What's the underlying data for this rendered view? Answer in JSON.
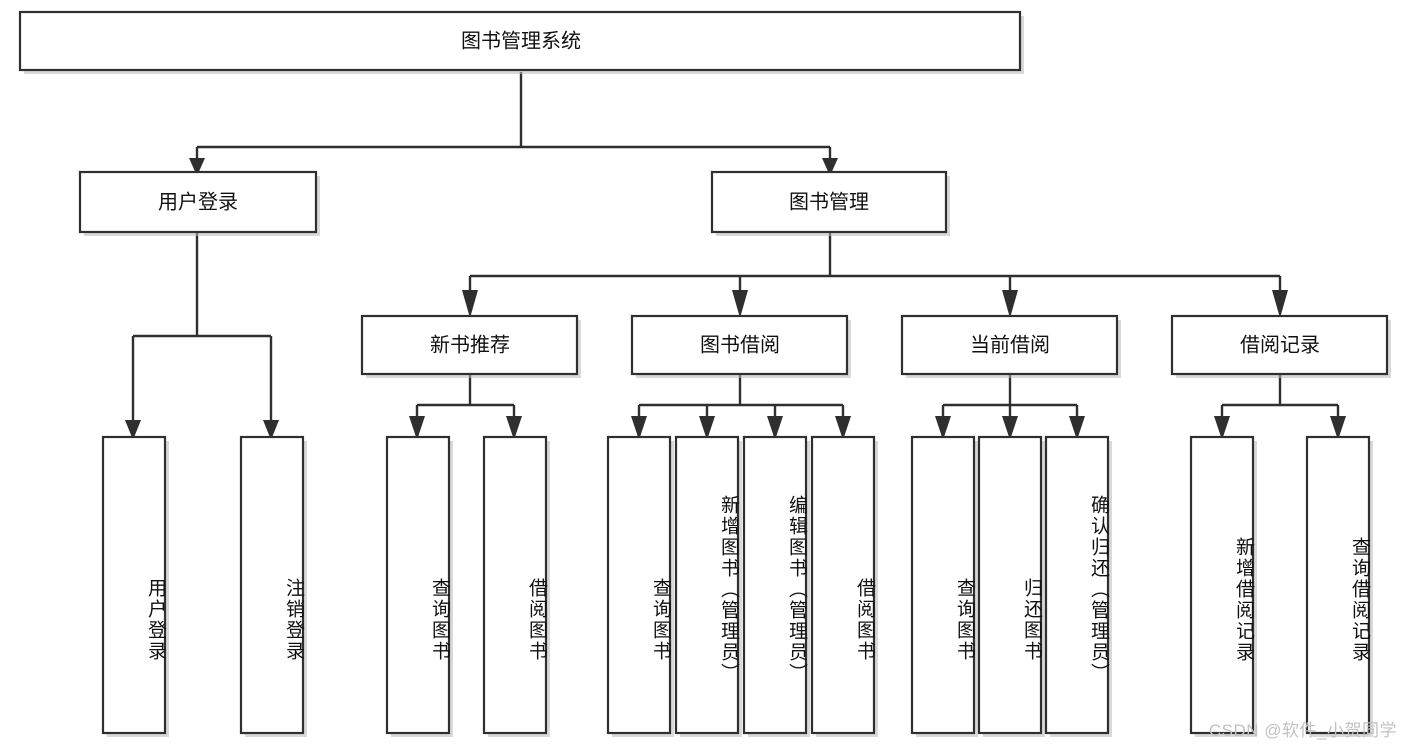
{
  "diagram": {
    "type": "tree-hierarchy",
    "title": "图书管理系统",
    "orientation": "top-down",
    "colors": {
      "background": "#ffffff",
      "box_fill": "#ffffff",
      "box_stroke": "#2f2f2f",
      "connector": "#2f2f2f",
      "watermark": "#c2c2c2"
    },
    "root": {
      "id": "root",
      "label": "图书管理系统"
    },
    "level1": [
      {
        "id": "user-login",
        "label": "用户登录"
      },
      {
        "id": "book-manage",
        "label": "图书管理"
      }
    ],
    "level2": [
      {
        "id": "new-book-recommend",
        "label": "新书推荐",
        "parent": "book-manage"
      },
      {
        "id": "book-borrow",
        "label": "图书借阅",
        "parent": "book-manage"
      },
      {
        "id": "current-borrow",
        "label": "当前借阅",
        "parent": "book-manage"
      },
      {
        "id": "borrow-record",
        "label": "借阅记录",
        "parent": "book-manage"
      }
    ],
    "leaves": {
      "user-login": [
        {
          "id": "leaf-user-login",
          "label": "用户登录"
        },
        {
          "id": "leaf-user-logout",
          "label": "注销登录"
        }
      ],
      "new-book-recommend": [
        {
          "id": "leaf-query-book-1",
          "label": "查询图书"
        },
        {
          "id": "leaf-borrow-book-1",
          "label": "借阅图书"
        }
      ],
      "book-borrow": [
        {
          "id": "leaf-query-book-2",
          "label": "查询图书"
        },
        {
          "id": "leaf-add-book",
          "label": "新增图书（管理员）"
        },
        {
          "id": "leaf-edit-book",
          "label": "编辑图书（管理员）"
        },
        {
          "id": "leaf-borrow-book-2",
          "label": "借阅图书"
        }
      ],
      "current-borrow": [
        {
          "id": "leaf-query-book-3",
          "label": "查询图书"
        },
        {
          "id": "leaf-return-book",
          "label": "归还图书"
        },
        {
          "id": "leaf-confirm-return",
          "label": "确认归还（管理员）"
        }
      ],
      "borrow-record": [
        {
          "id": "leaf-add-record",
          "label": "新增借阅记录"
        },
        {
          "id": "leaf-query-record",
          "label": "查询借阅记录"
        }
      ]
    }
  },
  "watermark": {
    "text": "CSDN @软件_小贺同学"
  }
}
